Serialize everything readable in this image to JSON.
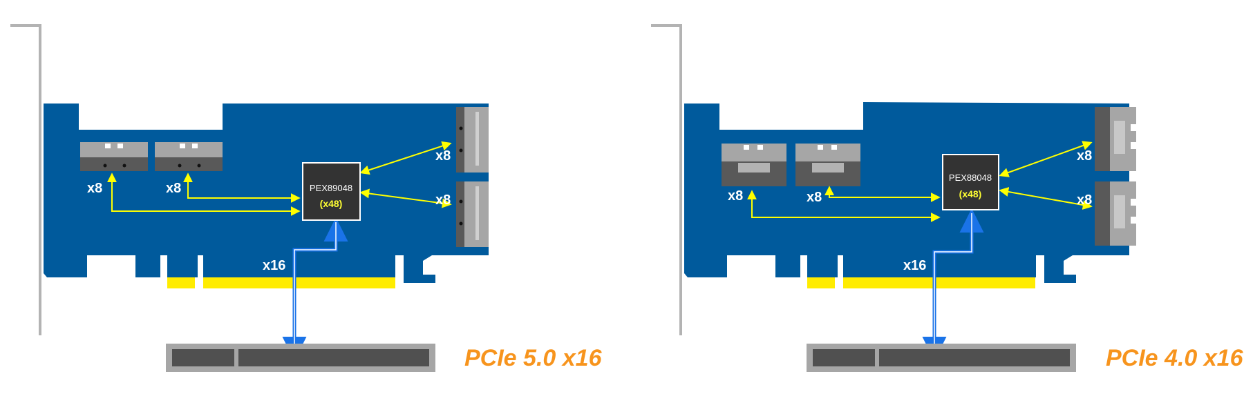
{
  "colors": {
    "board": "#005a9c",
    "gold": "#ffec00",
    "link": "#ffff00",
    "upstream": "#1a73e8",
    "chip": "#333333",
    "chip_label": "#ffff33",
    "connector": "#a6a6a6",
    "connector_dark": "#595959",
    "slot_frame": "#a6a6a6",
    "slot_inner": "#505050",
    "bracket": "#b3b3b3",
    "title": "#f7941d"
  },
  "cards": [
    {
      "chip": {
        "name": "PEX89048",
        "lanes": "(x48)"
      },
      "left_ports": [
        "x8",
        "x8"
      ],
      "right_ports": [
        "x8",
        "x8"
      ],
      "upstream_label": "x16",
      "slot_title": "PCIe 5.0 x16"
    },
    {
      "chip": {
        "name": "PEX88048",
        "lanes": "(x48)"
      },
      "left_ports": [
        "x8",
        "x8"
      ],
      "right_ports": [
        "x8",
        "x8"
      ],
      "upstream_label": "x16",
      "slot_title": "PCIe 4.0 x16"
    }
  ]
}
